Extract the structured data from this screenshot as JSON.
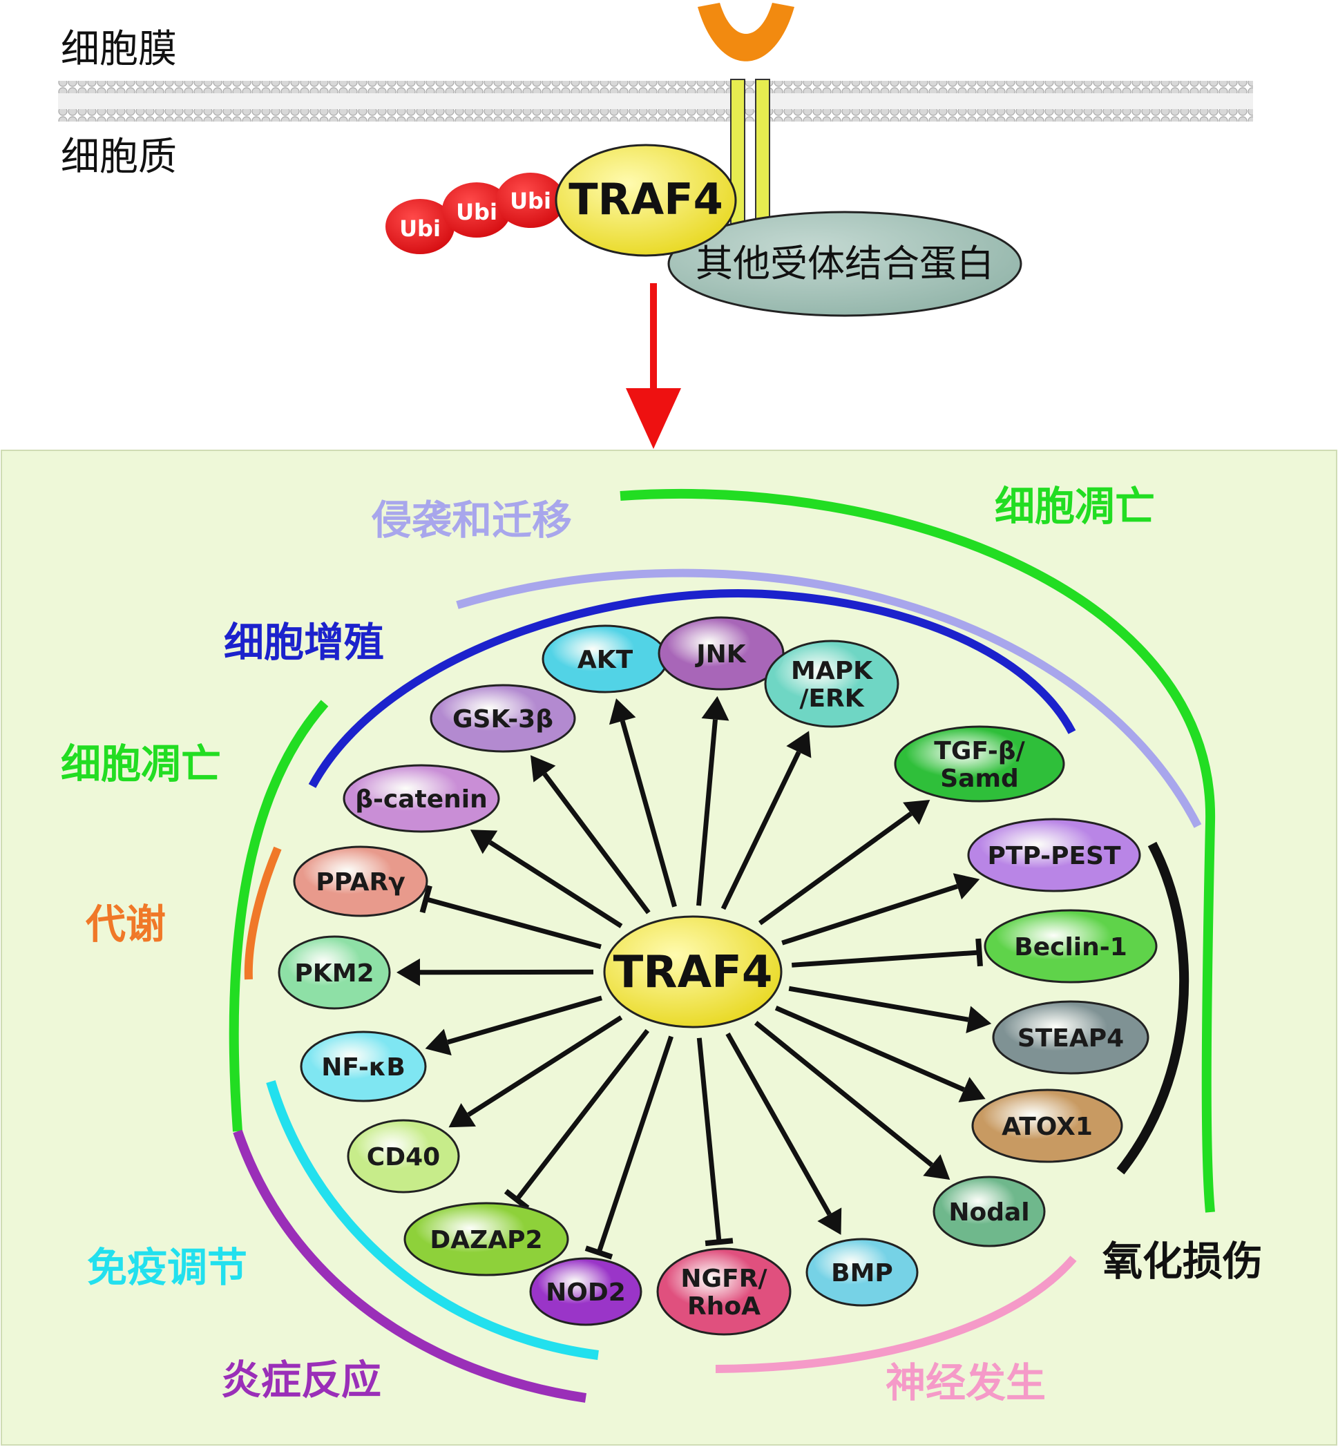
{
  "membrane_labels": {
    "membrane": "细胞膜",
    "cytoplasm": "细胞质"
  },
  "top": {
    "traf4": "TRAF4",
    "ubi": [
      "Ubi",
      "Ubi",
      "Ubi"
    ],
    "receptor_binding": "其他受体结合蛋白"
  },
  "center": "TRAF4",
  "nodes": [
    {
      "id": "akt",
      "lines": [
        "AKT"
      ],
      "color": "#52d3e6",
      "edge": "arrow"
    },
    {
      "id": "jnk",
      "lines": [
        "JNK"
      ],
      "color": "#a866b8",
      "edge": "arrow"
    },
    {
      "id": "mapk-erk",
      "lines": [
        "MAPK",
        "/ERK"
      ],
      "color": "#6fd6c4",
      "edge": "arrow"
    },
    {
      "id": "tgf-b-samd",
      "lines": [
        "TGF-β/",
        "Samd"
      ],
      "color": "#2fbf3a",
      "edge": "arrow"
    },
    {
      "id": "gsk-3b",
      "lines": [
        "GSK-3β"
      ],
      "color": "#b38ad0",
      "edge": "arrow"
    },
    {
      "id": "b-catenin",
      "lines": [
        "β-catenin"
      ],
      "color": "#c98ed6",
      "edge": "arrow"
    },
    {
      "id": "ppar-g",
      "lines": [
        "PPARγ"
      ],
      "color": "#e89a8c",
      "edge": "inhibit"
    },
    {
      "id": "pkm2",
      "lines": [
        "PKM2"
      ],
      "color": "#8ee0a6",
      "edge": "arrow"
    },
    {
      "id": "nf-kb",
      "lines": [
        "NF-κB"
      ],
      "color": "#7fe6f2",
      "edge": "arrow"
    },
    {
      "id": "cd40",
      "lines": [
        "CD40"
      ],
      "color": "#c7ec8a",
      "edge": "arrow"
    },
    {
      "id": "dazap2",
      "lines": [
        "DAZAP2"
      ],
      "color": "#8ed13a",
      "edge": "inhibit"
    },
    {
      "id": "nod2",
      "lines": [
        "NOD2"
      ],
      "color": "#9a35c8",
      "edge": "inhibit"
    },
    {
      "id": "ngfr-rhoa",
      "lines": [
        "NGFR/",
        "RhoA"
      ],
      "color": "#e0507e",
      "edge": "inhibit"
    },
    {
      "id": "bmp",
      "lines": [
        "BMP"
      ],
      "color": "#76d2e6",
      "edge": "arrow"
    },
    {
      "id": "nodal",
      "lines": [
        "Nodal"
      ],
      "color": "#6fb88c",
      "edge": "arrow"
    },
    {
      "id": "atox1",
      "lines": [
        "ATOX1"
      ],
      "color": "#c89a62",
      "edge": "arrow"
    },
    {
      "id": "steap4",
      "lines": [
        "STEAP4"
      ],
      "color": "#7f9294",
      "edge": "arrow"
    },
    {
      "id": "beclin-1",
      "lines": [
        "Beclin-1"
      ],
      "color": "#5fd34a",
      "edge": "inhibit"
    },
    {
      "id": "ptp-pest",
      "lines": [
        "PTP-PEST"
      ],
      "color": "#b985e6",
      "edge": "arrow"
    }
  ],
  "category_labels": [
    {
      "id": "invasion-migration",
      "text": "侵袭和迁移",
      "color": "#a8a6ec"
    },
    {
      "id": "apoptosis-top",
      "text": "细胞凋亡",
      "color": "#22dd22"
    },
    {
      "id": "proliferation",
      "text": "细胞增殖",
      "color": "#1c22cc"
    },
    {
      "id": "apoptosis-left",
      "text": "细胞凋亡",
      "color": "#22dd22"
    },
    {
      "id": "metabolism",
      "text": "代谢",
      "color": "#f07828"
    },
    {
      "id": "immune-regulation",
      "text": "免疫调节",
      "color": "#22e0ee"
    },
    {
      "id": "inflammation",
      "text": "炎症反应",
      "color": "#9a2fb8"
    },
    {
      "id": "neurogenesis",
      "text": "神经发生",
      "color": "#f59ac8"
    },
    {
      "id": "oxidative-damage",
      "text": "氧化损伤",
      "color": "#111111"
    }
  ],
  "colors": {
    "panel_bg": "#eef8d8",
    "ligand": "#f28a10",
    "receptor": "#e6ec50",
    "traf4_fill": "#f4ec3a",
    "ubi_fill": "#e8141a",
    "binding_fill": "#a7c4bb",
    "main_arrow": "#ee1111"
  }
}
